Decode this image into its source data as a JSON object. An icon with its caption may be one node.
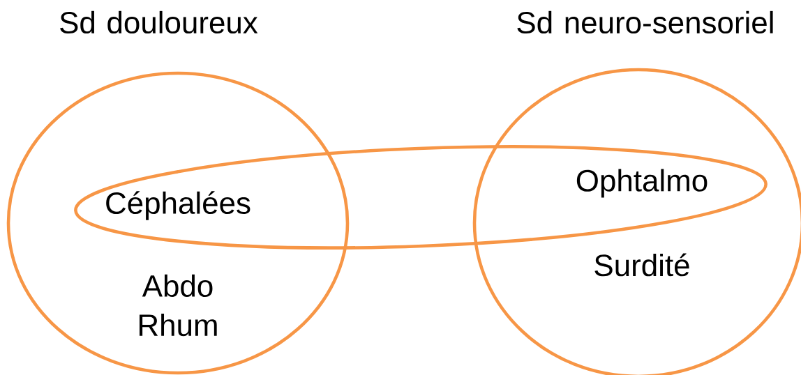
{
  "diagram": {
    "nodes": [
      {
        "text": [
          "Sd douloureux",
          "Abdo Rhum"
        ]
      },
      {
        "text": [
          "Sd neuro-sensoriel",
          "Surdité"
        ]
      },
      {
        "text": [
          "Céphalées",
          "Ophtalmo"
        ]
      }
    ]
  }
}
